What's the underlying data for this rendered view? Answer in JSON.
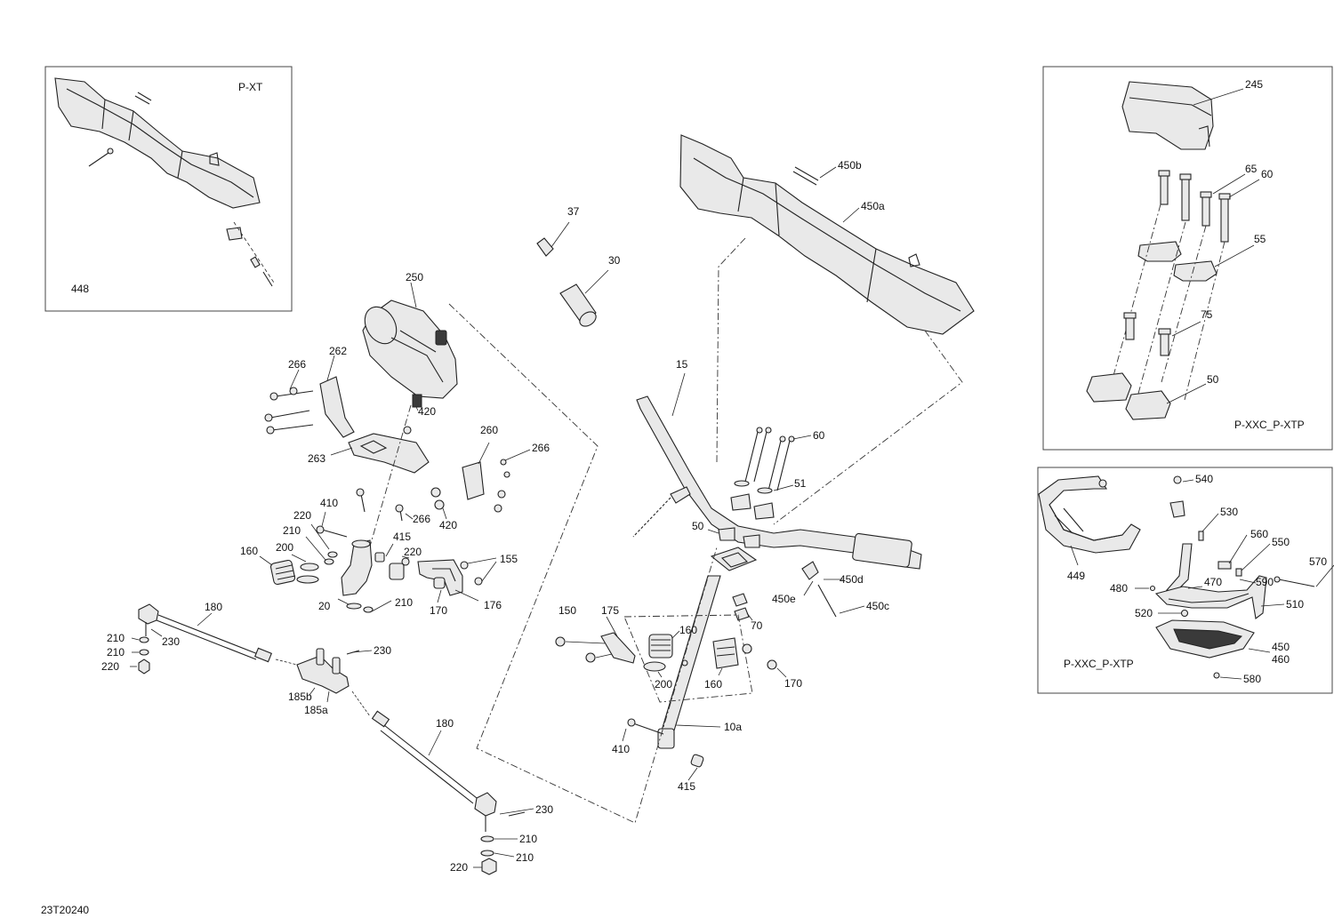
{
  "doc_code": "23T20240",
  "insets": {
    "pxt": {
      "title": "P-XT",
      "part": "448"
    },
    "riser": {
      "title": "P-XXC_P-XTP",
      "parts": [
        "245",
        "65",
        "60",
        "55",
        "75",
        "50"
      ]
    },
    "guard": {
      "title": "P-XXC_P-XTP",
      "parts": [
        "540",
        "530",
        "560",
        "550",
        "570",
        "449",
        "480",
        "470",
        "590",
        "520",
        "510",
        "450",
        "460",
        "580"
      ]
    }
  },
  "callouts": {
    "c37": "37",
    "c30": "30",
    "c15": "15",
    "c450b": "450b",
    "c450a": "450a",
    "c60": "60",
    "c51": "51",
    "c50": "50",
    "c450d": "450d",
    "c450e": "450e",
    "c450c": "450c",
    "c70": "70",
    "c150": "150",
    "c175": "175",
    "c160a": "160",
    "c160b": "160",
    "c200b": "200",
    "c170b": "170",
    "c10a": "10a",
    "c410b": "410",
    "c415b": "415",
    "c250": "250",
    "c262": "262",
    "c266a": "266",
    "c420a": "420",
    "c260": "260",
    "c266b": "266",
    "c263": "263",
    "c266c": "266",
    "c420b": "420",
    "c410a": "410",
    "c220a": "220",
    "c210a": "210",
    "c415a": "415",
    "c220b": "220",
    "c160c": "160",
    "c200a": "200",
    "c155": "155",
    "c20": "20",
    "c210b": "210",
    "c170a": "170",
    "c176": "176",
    "c180a": "180",
    "c230a": "230",
    "c210c": "210",
    "c210d": "210",
    "c220c": "220",
    "c230b": "230",
    "c185b": "185b",
    "c185a": "185a",
    "c180b": "180",
    "c230c": "230",
    "c210e": "210",
    "c210f": "210",
    "c220d": "220"
  }
}
